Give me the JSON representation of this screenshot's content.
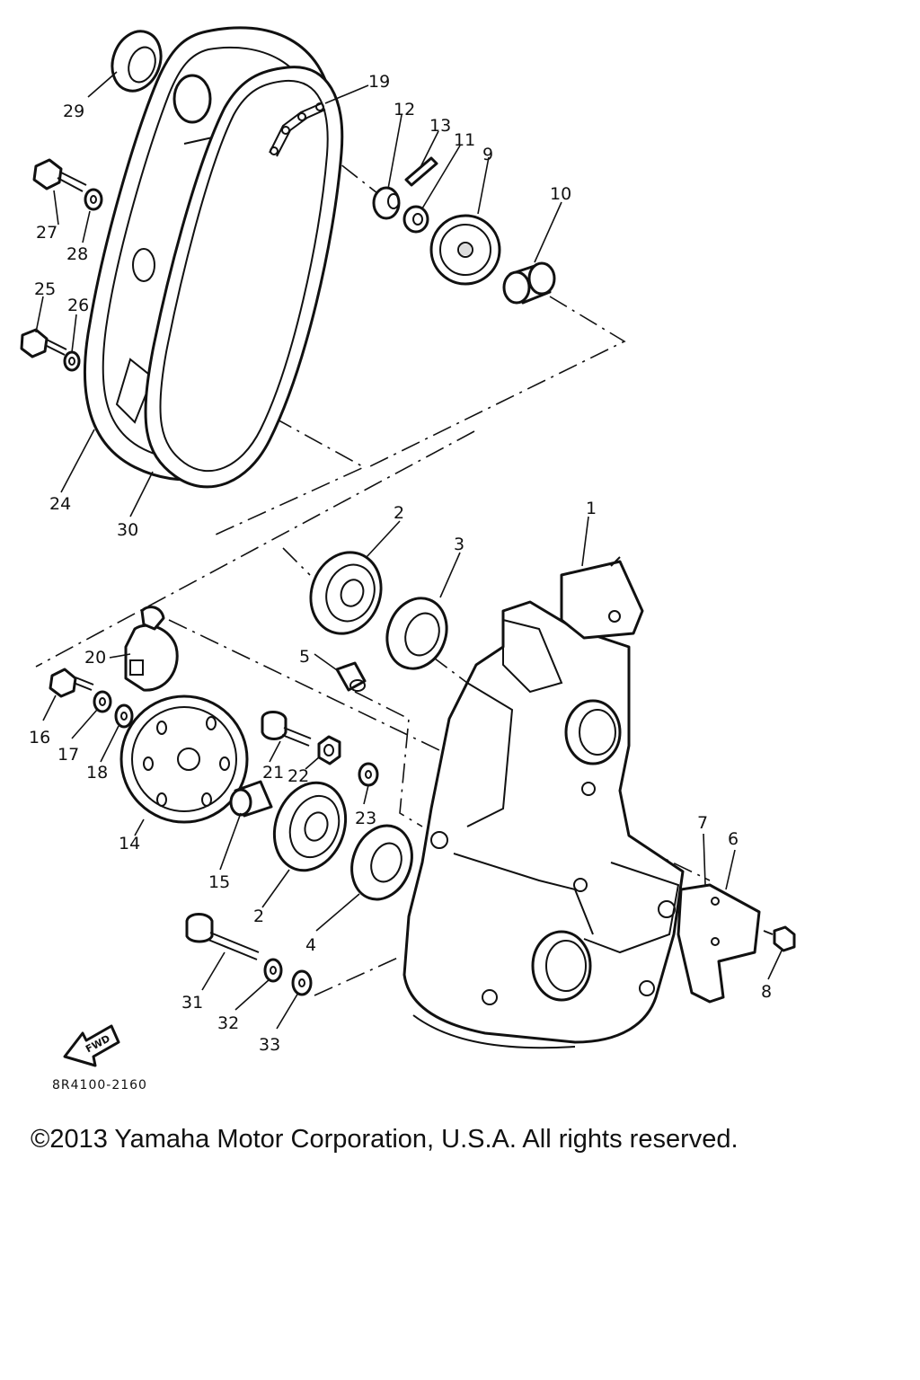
{
  "diagram": {
    "callouts": [
      "1",
      "2",
      "2",
      "2",
      "3",
      "4",
      "5",
      "6",
      "7",
      "8",
      "9",
      "10",
      "11",
      "12",
      "13",
      "14",
      "15",
      "16",
      "17",
      "18",
      "19",
      "20",
      "21",
      "22",
      "23",
      "24",
      "25",
      "26",
      "27",
      "28",
      "29",
      "30",
      "31",
      "32",
      "33"
    ],
    "fwd_label": "FWD",
    "drawing_code": "8R4100-2160"
  },
  "footer": {
    "copyright": "©2013 Yamaha Motor Corporation, U.S.A. All rights reserved."
  },
  "colors": {
    "line": "#111111",
    "background": "#ffffff"
  },
  "icons": {
    "fwd": "fwd-arrow-icon"
  }
}
